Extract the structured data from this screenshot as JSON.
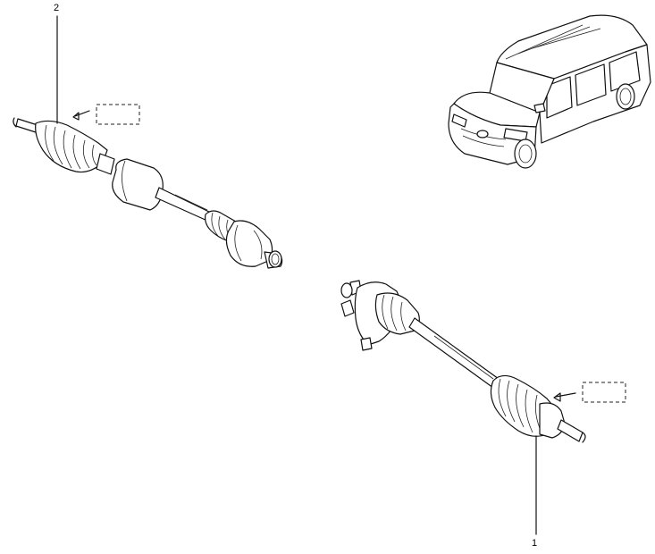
{
  "callouts": [
    {
      "number": "1",
      "part": "right-driveshaft"
    },
    {
      "number": "2",
      "part": "left-driveshaft"
    }
  ],
  "icons": [
    "vehicle-illustration-icon",
    "driveshaft-icon",
    "reference-box-icon"
  ],
  "colors": {
    "line": "#111111",
    "background": "#ffffff"
  }
}
